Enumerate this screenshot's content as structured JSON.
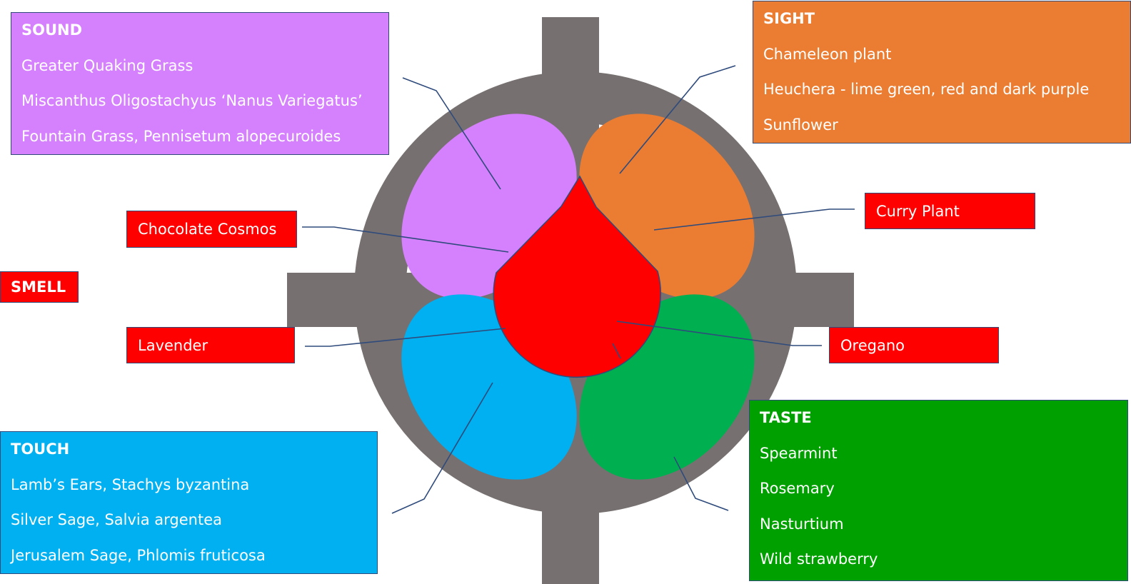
{
  "colors": {
    "structure": "#767070",
    "sound": "#d580fc",
    "sight": "#eb7d33",
    "smell": "#ff0000",
    "touch": "#00b0f0",
    "taste": "#00b050",
    "taste_box": "#00a000",
    "line": "#2f4b7c"
  },
  "sound": {
    "title": "SOUND",
    "items": [
      "Greater Quaking Grass",
      "Miscanthus Oligostachyus ‘Nanus Variegatus’",
      "Fountain Grass, Pennisetum alopecuroides"
    ]
  },
  "sight": {
    "title": "SIGHT",
    "items": [
      "Chameleon plant",
      "Heuchera - lime green, red and dark purple",
      "Sunflower"
    ]
  },
  "touch": {
    "title": "TOUCH",
    "items": [
      "Lamb’s Ears, Stachys byzantina",
      "Silver Sage, Salvia argentea",
      "Jerusalem Sage, Phlomis fruticosa"
    ]
  },
  "taste": {
    "title": "TASTE",
    "items": [
      "Spearmint",
      "Rosemary",
      "Nasturtium",
      "Wild strawberry"
    ]
  },
  "smell": {
    "title": "SMELL",
    "labels": {
      "chocolate_cosmos": "Chocolate Cosmos",
      "lavender": "Lavender",
      "curry_plant": "Curry Plant",
      "oregano": "Oregano"
    }
  }
}
